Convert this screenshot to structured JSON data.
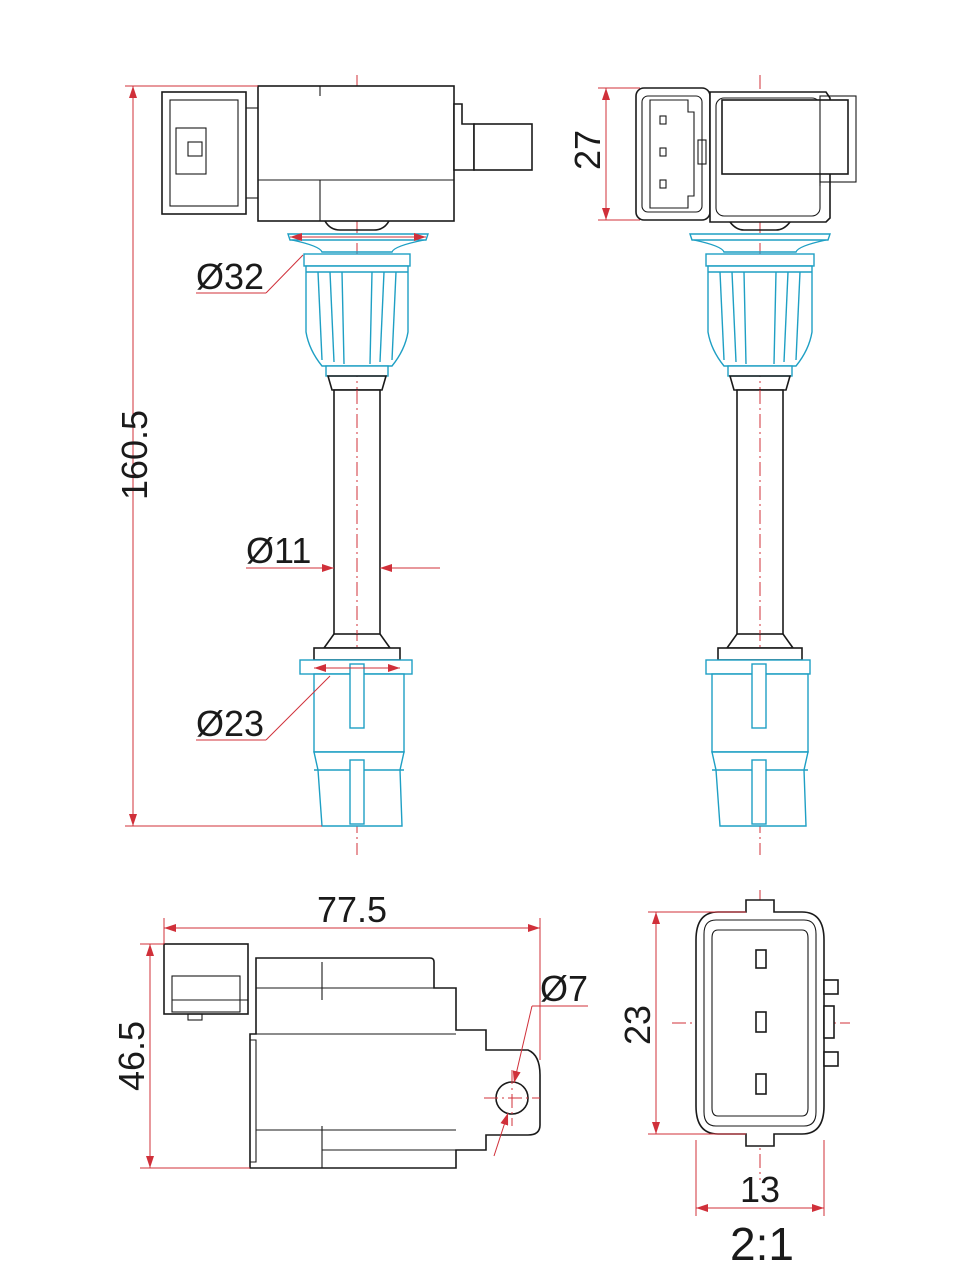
{
  "dimensions": {
    "total_length": "160.5",
    "connector_height": "27",
    "boot_diameter": "Ø32",
    "tube_diameter": "Ø11",
    "tip_diameter": "Ø23",
    "head_width": "77.5",
    "head_height": "46.5",
    "hole_diameter": "Ø7",
    "connector_face_height": "23",
    "connector_face_width": "13"
  },
  "scale": "2:1",
  "colors": {
    "outline": "#1a1a1a",
    "boot": "#1e9fc4",
    "dimension": "#d0303a"
  }
}
